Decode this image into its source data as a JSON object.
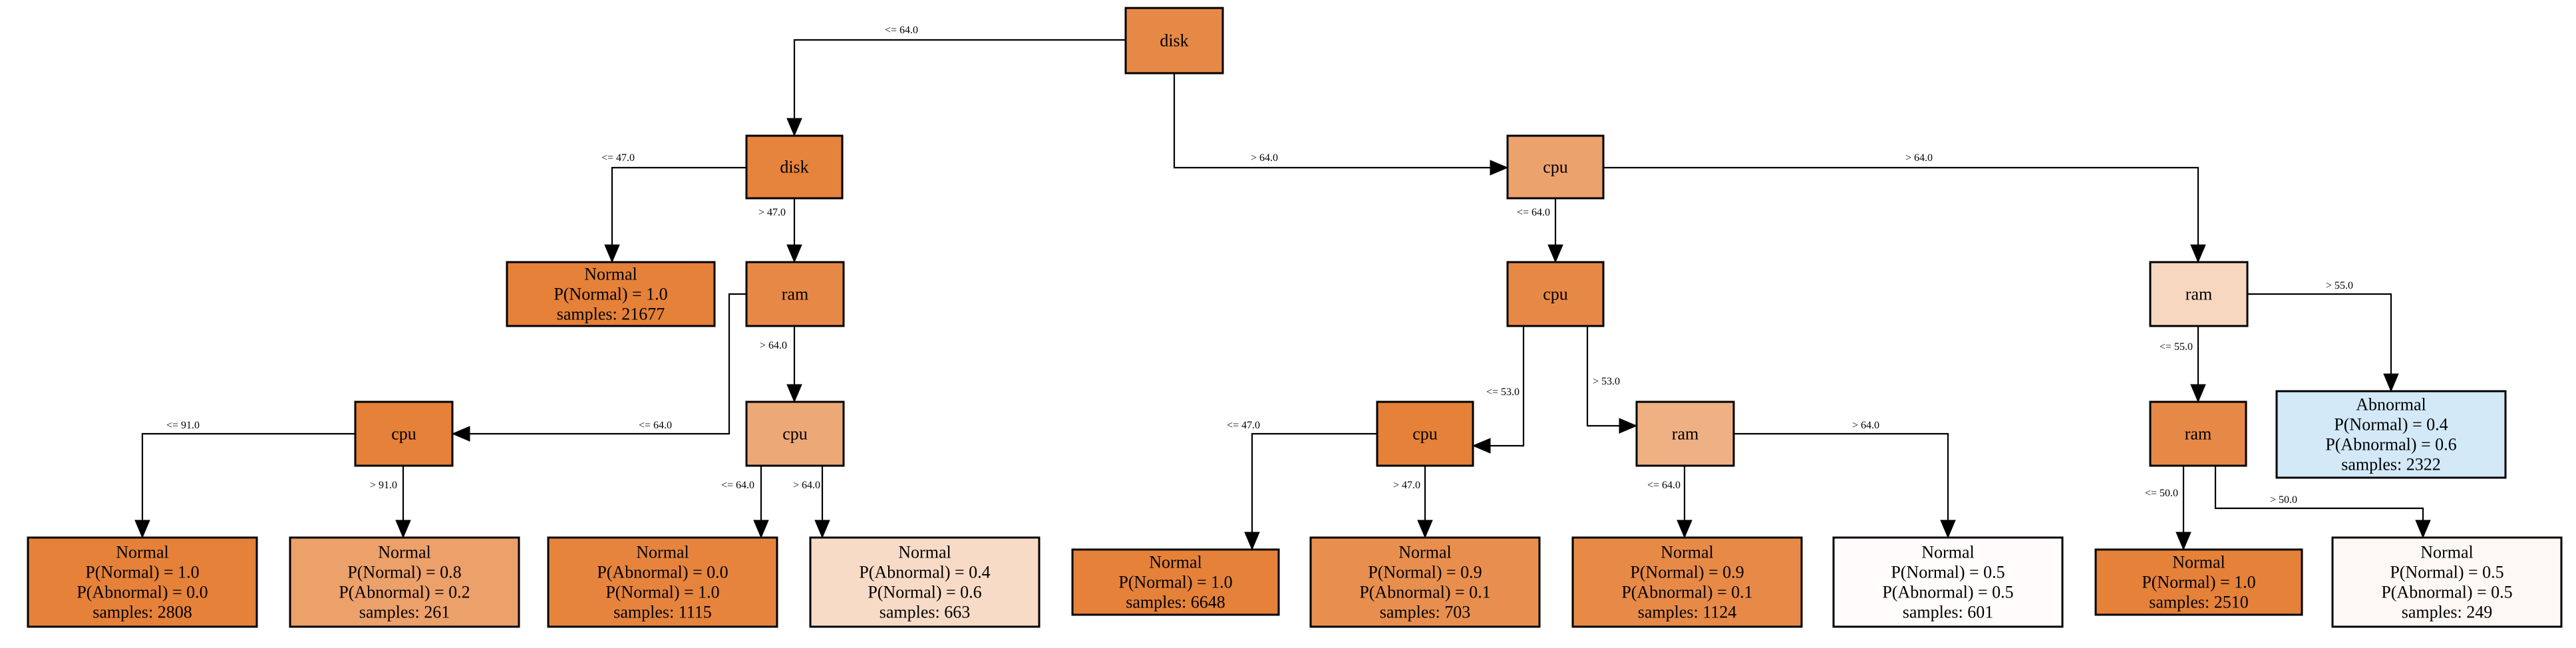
{
  "nodes": [
    {
      "id": "n0",
      "lines": [
        "disk"
      ],
      "fill": "#e78946"
    },
    {
      "id": "n1",
      "lines": [
        "disk"
      ],
      "fill": "#e6833d"
    },
    {
      "id": "n2",
      "lines": [
        "Normal",
        "P(Normal) = 1.0",
        "samples: 21677"
      ],
      "fill": "#e58139"
    },
    {
      "id": "n3",
      "lines": [
        "ram"
      ],
      "fill": "#e78946"
    },
    {
      "id": "n4",
      "lines": [
        "cpu"
      ],
      "fill": "#e58139"
    },
    {
      "id": "n5",
      "lines": [
        "cpu"
      ],
      "fill": "#eda877"
    },
    {
      "id": "n6",
      "lines": [
        "Normal",
        "P(Normal) = 1.0",
        "P(Abnormal) = 0.0",
        "samples: 2808"
      ],
      "fill": "#e58139"
    },
    {
      "id": "n7",
      "lines": [
        "Normal",
        "P(Normal) = 0.8",
        "P(Abnormal) = 0.2",
        "samples: 261"
      ],
      "fill": "#eca06a"
    },
    {
      "id": "n8",
      "lines": [
        "Normal",
        "P(Abnormal) = 0.0",
        "P(Normal) = 1.0",
        "samples: 1115"
      ],
      "fill": "#e6843e"
    },
    {
      "id": "n9",
      "lines": [
        "Normal",
        "P(Abnormal) = 0.4",
        "P(Normal) = 0.6",
        "samples: 663"
      ],
      "fill": "#f8dbc6"
    },
    {
      "id": "n10",
      "lines": [
        "cpu"
      ],
      "fill": "#eca26d"
    },
    {
      "id": "n11",
      "lines": [
        "cpu"
      ],
      "fill": "#e78946"
    },
    {
      "id": "n12",
      "lines": [
        "cpu"
      ],
      "fill": "#e58139"
    },
    {
      "id": "n13",
      "lines": [
        "ram"
      ],
      "fill": "#efb184"
    },
    {
      "id": "n14",
      "lines": [
        "Normal",
        "P(Normal) = 1.0",
        "samples: 6648"
      ],
      "fill": "#e58139"
    },
    {
      "id": "n15",
      "lines": [
        "Normal",
        "P(Normal) = 0.9",
        "P(Abnormal) = 0.1",
        "samples: 703"
      ],
      "fill": "#e88f4f"
    },
    {
      "id": "n16",
      "lines": [
        "Normal",
        "P(Normal) = 0.9",
        "P(Abnormal) = 0.1",
        "samples: 1124"
      ],
      "fill": "#e78a48"
    },
    {
      "id": "n17",
      "lines": [
        "Normal",
        "P(Normal) = 0.5",
        "P(Abnormal) = 0.5",
        "samples: 601"
      ],
      "fill": "#fffcfb"
    },
    {
      "id": "n18",
      "lines": [
        "ram"
      ],
      "fill": "#f8d7bf"
    },
    {
      "id": "n19",
      "lines": [
        "ram"
      ],
      "fill": "#e78946"
    },
    {
      "id": "n20",
      "lines": [
        "Abnormal",
        "P(Normal) = 0.4",
        "P(Abnormal) = 0.6",
        "samples: 2322"
      ],
      "fill": "#d3e9f8"
    },
    {
      "id": "n21",
      "lines": [
        "Normal",
        "P(Normal) = 1.0",
        "samples: 2510"
      ],
      "fill": "#e58139"
    },
    {
      "id": "n22",
      "lines": [
        "Normal",
        "P(Normal) = 0.5",
        "P(Abnormal) = 0.5",
        "samples: 249"
      ],
      "fill": "#fef8f4"
    }
  ],
  "edges": [
    {
      "from": "n0",
      "to": "n1",
      "label": "<= 64.0"
    },
    {
      "from": "n0",
      "to": "n10",
      "label": "> 64.0"
    },
    {
      "from": "n1",
      "to": "n2",
      "label": "<= 47.0"
    },
    {
      "from": "n1",
      "to": "n3",
      "label": "> 47.0"
    },
    {
      "from": "n3",
      "to": "n4",
      "label": "<= 64.0"
    },
    {
      "from": "n3",
      "to": "n5",
      "label": "> 64.0"
    },
    {
      "from": "n4",
      "to": "n6",
      "label": "<= 91.0"
    },
    {
      "from": "n4",
      "to": "n7",
      "label": "> 91.0"
    },
    {
      "from": "n5",
      "to": "n8",
      "label": "<= 64.0"
    },
    {
      "from": "n5",
      "to": "n9",
      "label": "> 64.0"
    },
    {
      "from": "n10",
      "to": "n11",
      "label": "<= 64.0"
    },
    {
      "from": "n10",
      "to": "n18",
      "label": "> 64.0"
    },
    {
      "from": "n11",
      "to": "n12",
      "label": "<= 53.0"
    },
    {
      "from": "n11",
      "to": "n13",
      "label": "> 53.0"
    },
    {
      "from": "n12",
      "to": "n14",
      "label": "<= 47.0"
    },
    {
      "from": "n12",
      "to": "n15",
      "label": "> 47.0"
    },
    {
      "from": "n13",
      "to": "n16",
      "label": "<= 64.0"
    },
    {
      "from": "n13",
      "to": "n17",
      "label": "> 64.0"
    },
    {
      "from": "n18",
      "to": "n19",
      "label": "<= 55.0"
    },
    {
      "from": "n18",
      "to": "n20",
      "label": "> 55.0"
    },
    {
      "from": "n19",
      "to": "n21",
      "label": "<= 50.0"
    },
    {
      "from": "n19",
      "to": "n22",
      "label": "> 50.0"
    }
  ]
}
